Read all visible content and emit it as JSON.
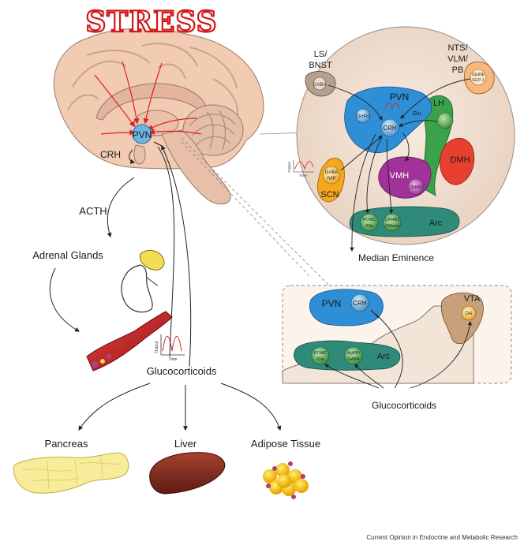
{
  "title": "STRESS",
  "brain": {
    "pvn": "PVN",
    "crh": "CRH"
  },
  "pathway": {
    "acth": "ACTH",
    "adrenal": "Adrenal Glands",
    "glucocorticoids": "Glucocorticoids",
    "output_label": "Output",
    "time_label": "Time"
  },
  "targets": {
    "pancreas": "Pancreas",
    "liver": "Liver",
    "adipose": "Adipose Tissue"
  },
  "circle": {
    "ls_bnst_line1": "LS/",
    "ls_bnst_line2": "BNST",
    "gaba": "GABA",
    "nts_line1": "NTS/",
    "nts_line2": "VLM/",
    "nts_line3": "PB",
    "glu_ne_line1": "Glu/NE",
    "glu_ne_line2": "/GLP-1",
    "pvn": "PVN",
    "crhr1": "CRHR1",
    "crh": "CRH",
    "glu": "Glu",
    "lh": "LH",
    "dmh": "DMH",
    "vmh": "VMH",
    "crhr2": "CRHR2",
    "scn": "SCN",
    "gaba_vip_line1": "GABA",
    "gaba_vip_line2": "/VIP",
    "output": "Output",
    "time": "Time",
    "arc": "Arc",
    "pomc_line1": "POMC",
    "pomc_line2": "/Glu",
    "crhr2_others_line1": "CRHR2",
    "crhr2_others_line2": "/Others",
    "median_eminence": "Median Eminence"
  },
  "box": {
    "pvn": "PVN",
    "crh": "CRH",
    "vta": "VTA",
    "da": "DA",
    "arc": "Arc",
    "pomc_line1": "POMC",
    "pomc_line2": "/Glu",
    "agrp_line1": "AgRP/",
    "agrp_line2": "GABA",
    "glucocorticoids": "Glucocorticoids"
  },
  "credit": "Current Opinion in Endocrine and Metabolic Research"
}
